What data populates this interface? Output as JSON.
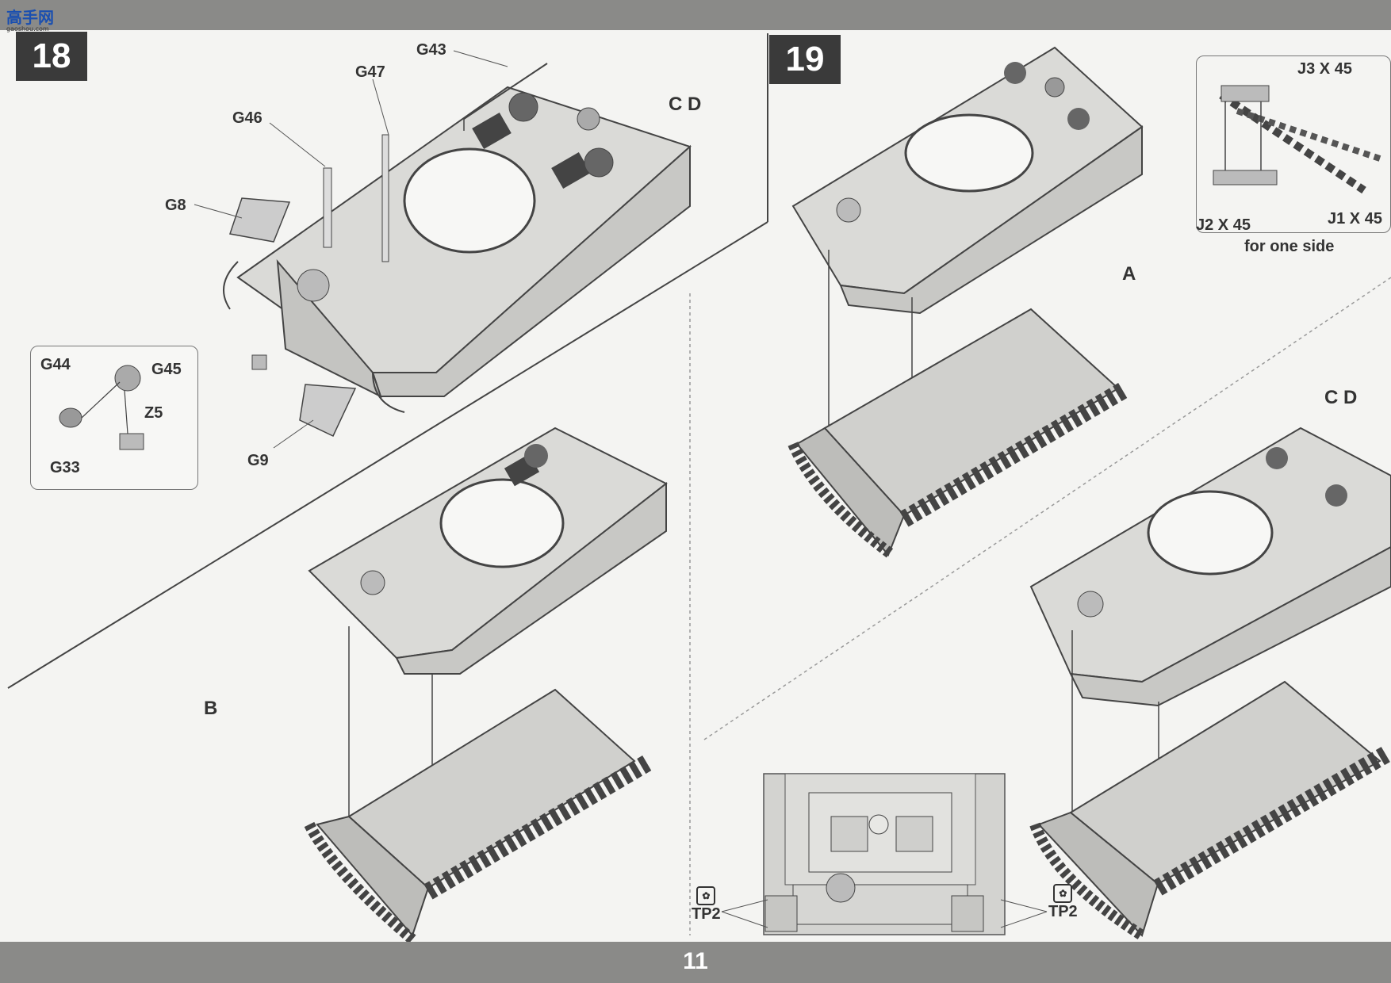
{
  "header": {
    "logo_text": "高手网",
    "logo_sub": "gaoshou.com"
  },
  "page_number": "11",
  "step18": {
    "number": "18",
    "parts": {
      "g43": "G43",
      "g47": "G47",
      "g46": "G46",
      "g8": "G8",
      "g9": "G9"
    },
    "version_cd": "C  D",
    "version_b": "B",
    "inset": {
      "g44": "G44",
      "g45": "G45",
      "z5": "Z5",
      "g33": "G33"
    }
  },
  "step19": {
    "number": "19",
    "version_a": "A",
    "version_cd": "C  D",
    "track_inset": {
      "j3": "J3  X 45",
      "j2": "J2 X 45",
      "j1": "J1 X 45",
      "note": "for one side"
    },
    "tp_left": "TP2",
    "tp_right": "TP2"
  },
  "colors": {
    "bar": "#8a8a88",
    "step_box": "#3a3a3a",
    "hull": "#d9d9d6",
    "line": "#555555"
  }
}
